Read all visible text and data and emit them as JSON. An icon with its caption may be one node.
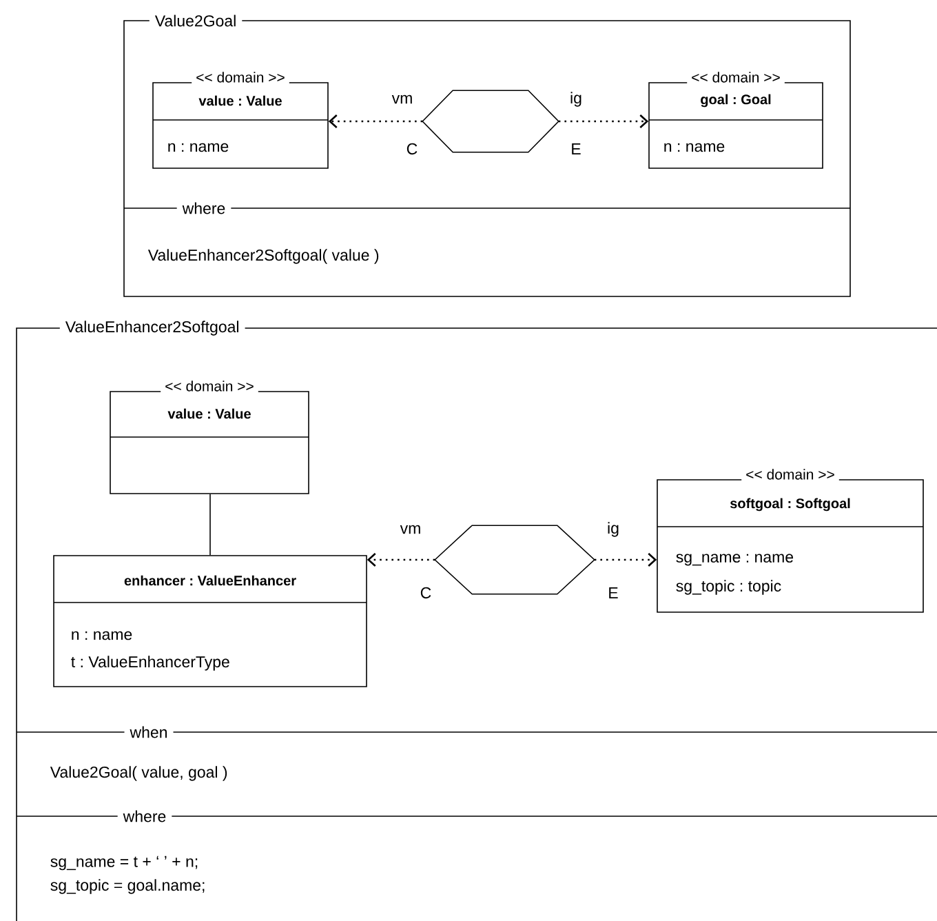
{
  "diagram": {
    "nodes": [
      {
        "text": [
          "Value2Goal"
        ]
      },
      {
        "text": [
          "<< domain >>",
          "value : Value",
          "n : name"
        ],
        "in": 0
      },
      {
        "text": [],
        "shape": "hexagon",
        "in": 0
      },
      {
        "text": [
          "<< domain >>",
          "goal : Goal",
          "n : name"
        ],
        "in": 0
      },
      {
        "text": [
          "ValueEnhancer2Softgoal"
        ]
      },
      {
        "text": [
          "<< domain >>",
          "value : Value"
        ],
        "in": 4
      },
      {
        "text": [
          "enhancer : ValueEnhancer",
          "n : name",
          "t : ValueEnhancerType"
        ],
        "in": 4
      },
      {
        "text": [],
        "shape": "hexagon",
        "in": 4
      },
      {
        "text": [
          "<< domain >>",
          "softgoal : Softgoal",
          "sg_name : name",
          "sg_topic : topic"
        ],
        "in": 4
      }
    ],
    "edges": [
      {
        "from": 2,
        "to": 1,
        "arrow": "to",
        "style": "dashed",
        "label": "vm"
      },
      {
        "from": 2,
        "to": 3,
        "arrow": "to",
        "style": "dashed",
        "label": "ig"
      },
      {
        "from": 6,
        "to": 5,
        "arrow": "none"
      },
      {
        "from": 7,
        "to": 6,
        "arrow": "to",
        "style": "dashed",
        "label": "vm"
      },
      {
        "from": 7,
        "to": 8,
        "arrow": "to",
        "style": "dashed",
        "label": "ig"
      }
    ],
    "labels": [
      "C",
      "E",
      "where",
      "ValueEnhancer2Softgoal( value )",
      "C",
      "E",
      "when",
      "Value2Goal( value, goal )",
      "where",
      "sg_name = t + ‘ ’ + n;",
      "sg_topic = goal.name;"
    ]
  }
}
